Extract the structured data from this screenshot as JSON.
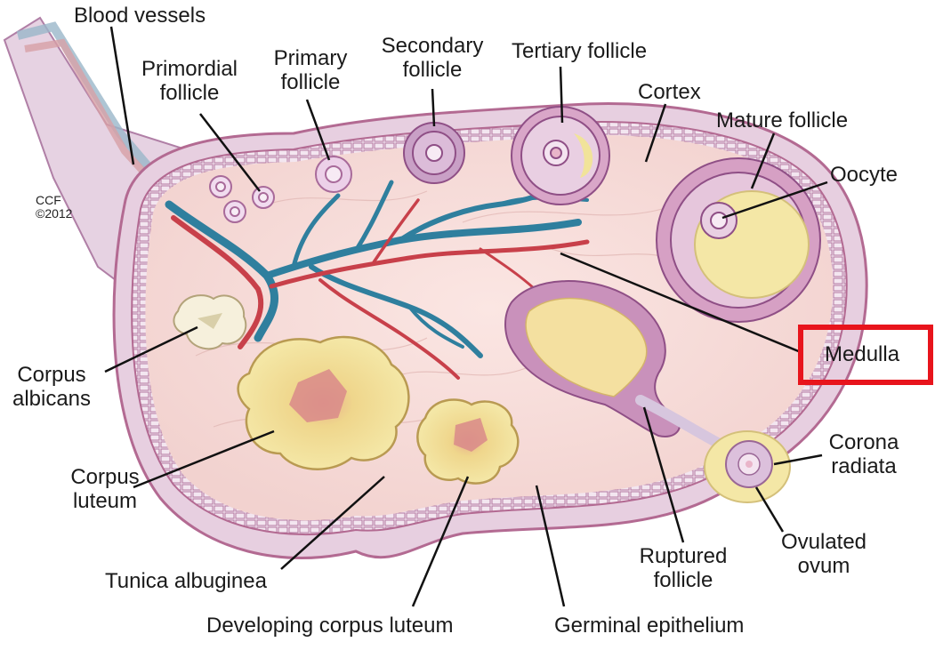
{
  "labels": {
    "blood_vessels": "Blood vessels",
    "primordial_follicle": [
      "Primordial",
      "follicle"
    ],
    "primary_follicle": [
      "Primary",
      "follicle"
    ],
    "secondary_follicle": [
      "Secondary",
      "follicle"
    ],
    "tertiary_follicle": "Tertiary follicle",
    "cortex": "Cortex",
    "mature_follicle": "Mature follicle",
    "oocyte": "Oocyte",
    "medulla": "Medulla",
    "corpus_albicans": [
      "Corpus",
      "albicans"
    ],
    "corpus_luteum": [
      "Corpus",
      "luteum"
    ],
    "tunica_albuginea": "Tunica albuginea",
    "developing_corpus_luteum": "Developing corpus luteum",
    "germinal_epithelium": "Germinal epithelium",
    "ruptured_follicle": [
      "Ruptured",
      "follicle"
    ],
    "ovulated_ovum": [
      "Ovulated",
      "ovum"
    ],
    "corona_radiata": [
      "Corona",
      "radiata"
    ]
  },
  "credit": [
    "CCF",
    "©2012"
  ],
  "highlighted_label": "Medulla",
  "colors": {
    "highlight_box": "#e8141c",
    "ovary_outer": "#dcc4d8",
    "cortex_fill": "#f6dbd8",
    "artery": "#c8404a",
    "vein": "#2f7f9e",
    "corpus_luteum_fill": "#f1e39a",
    "follicle_ring": "#a86a9a"
  }
}
